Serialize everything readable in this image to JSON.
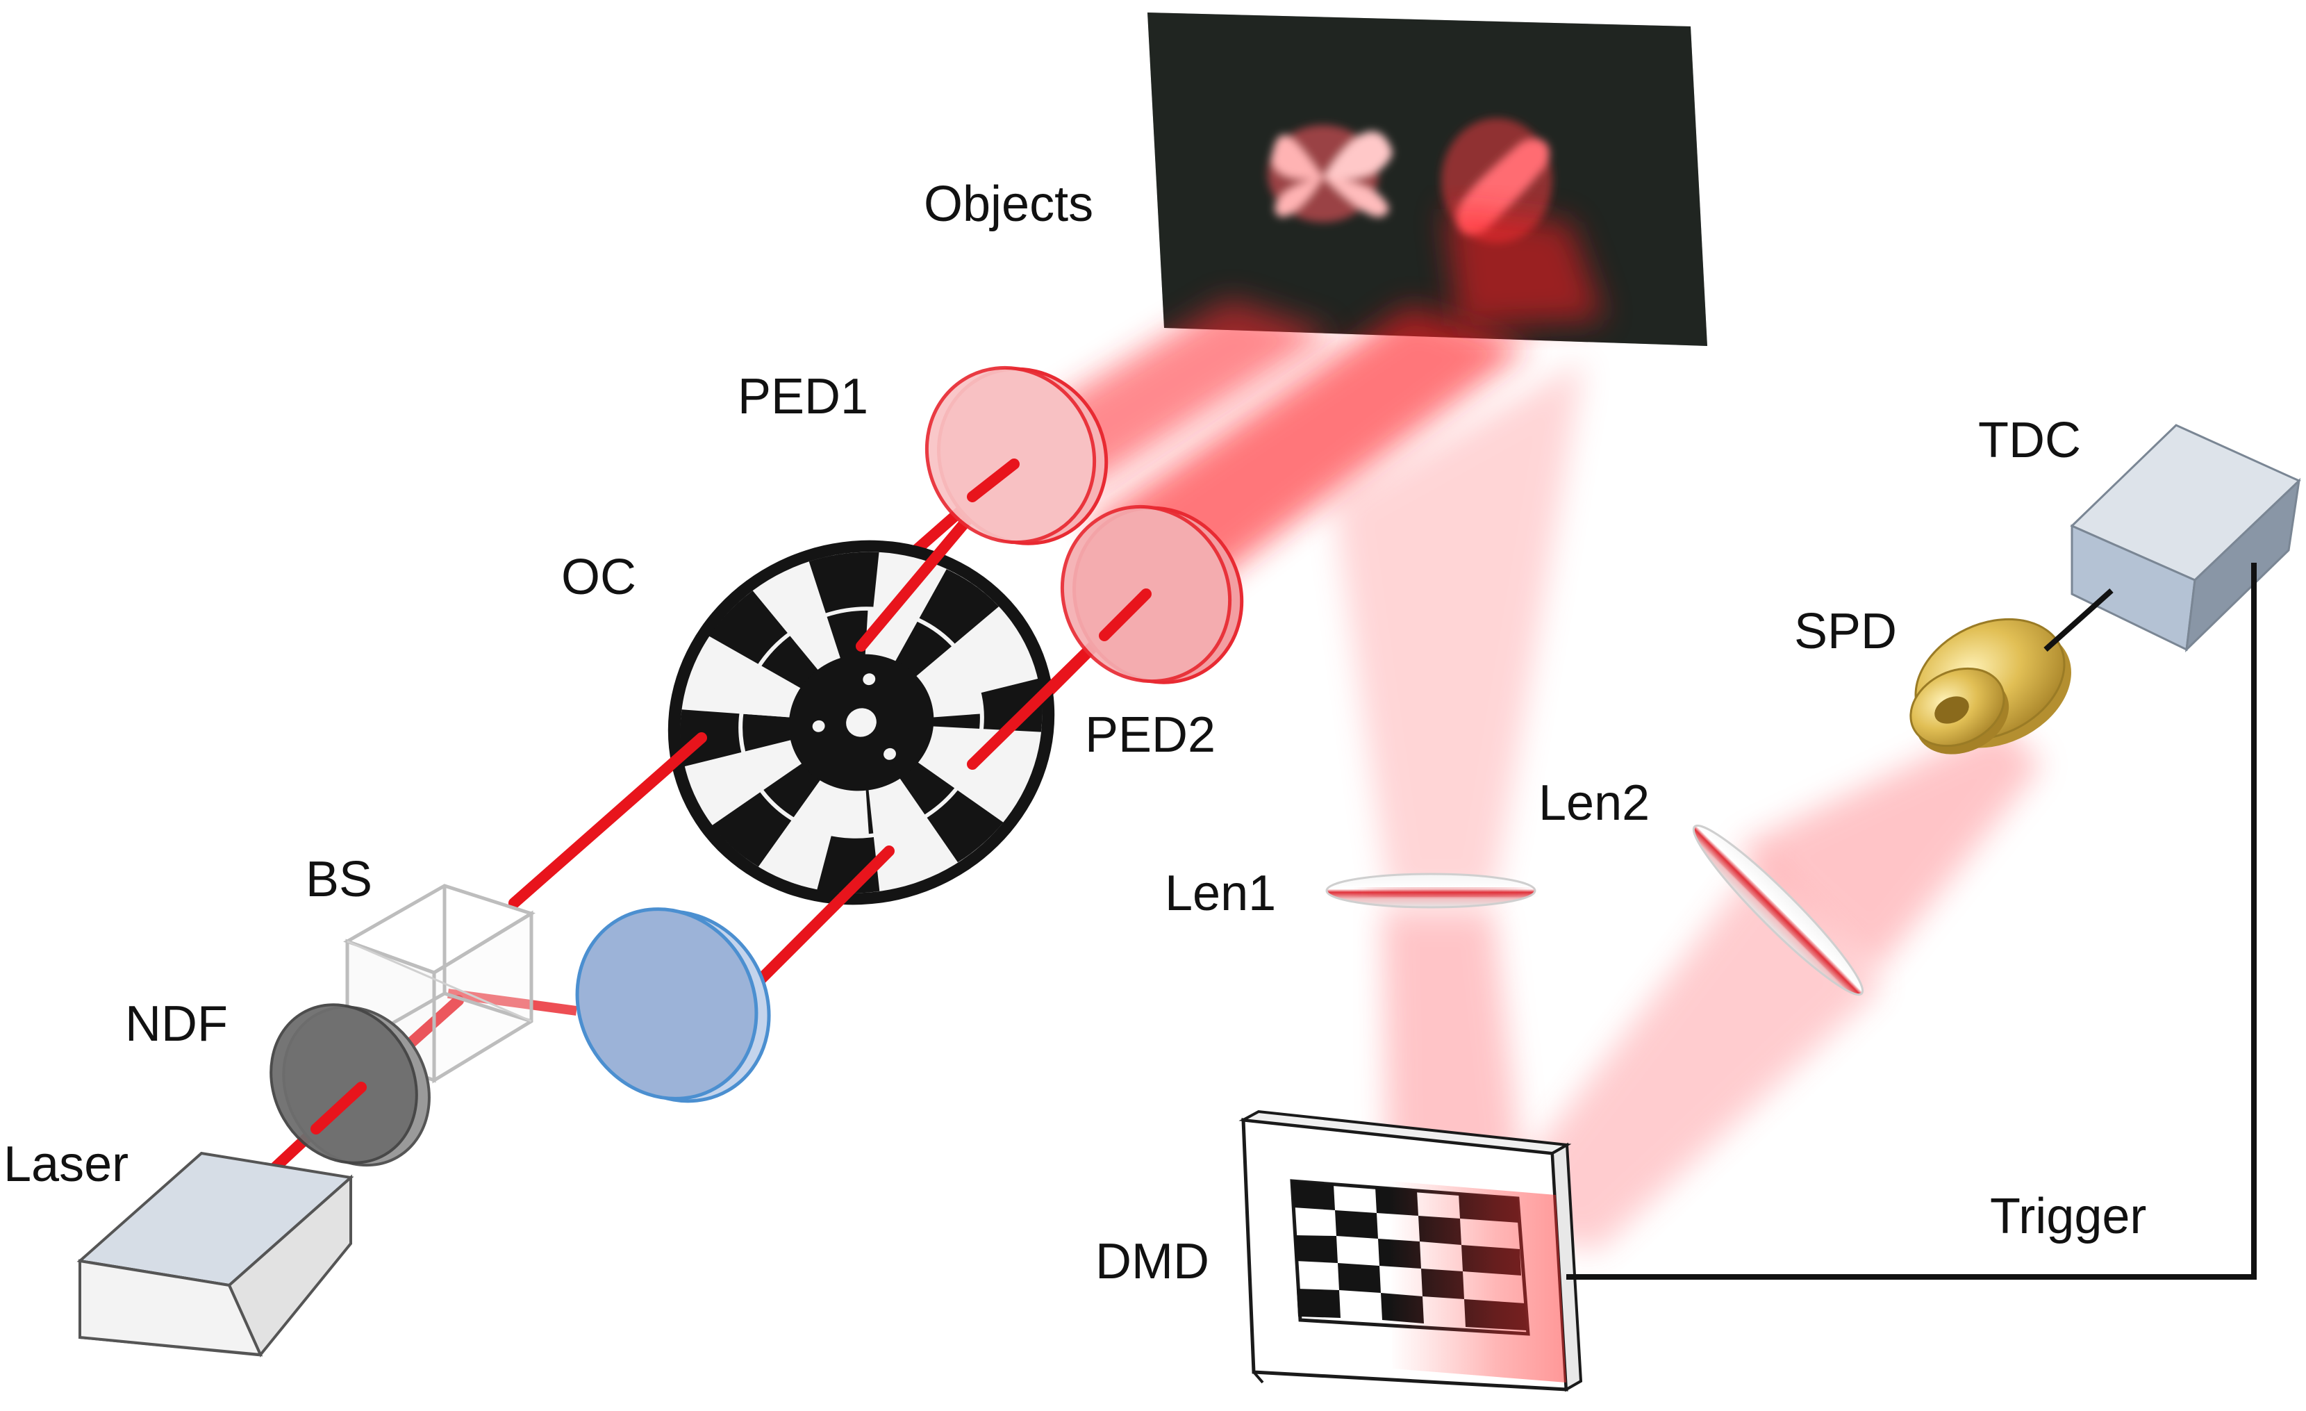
{
  "labels": {
    "objects": "Objects",
    "ped1": "PED1",
    "ped2": "PED2",
    "oc": "OC",
    "bs": "BS",
    "ndf": "NDF",
    "laser": "Laser",
    "tdc": "TDC",
    "spd": "SPD",
    "len1": "Len1",
    "len2": "Len2",
    "dmd": "DMD",
    "trigger": "Trigger"
  },
  "colors": {
    "beam": "#e8141c",
    "ped_ring": "#e82a32",
    "ped_fill": "#f7b3b6",
    "mirror": "#9cb3d8",
    "mirror_ring": "#4b8fd0",
    "ndf": "#6e6e6e",
    "tdc": "#c9d3de",
    "spd": "#d9b54a",
    "objects_bg": "#1b1f1d",
    "wire": "#111111"
  }
}
